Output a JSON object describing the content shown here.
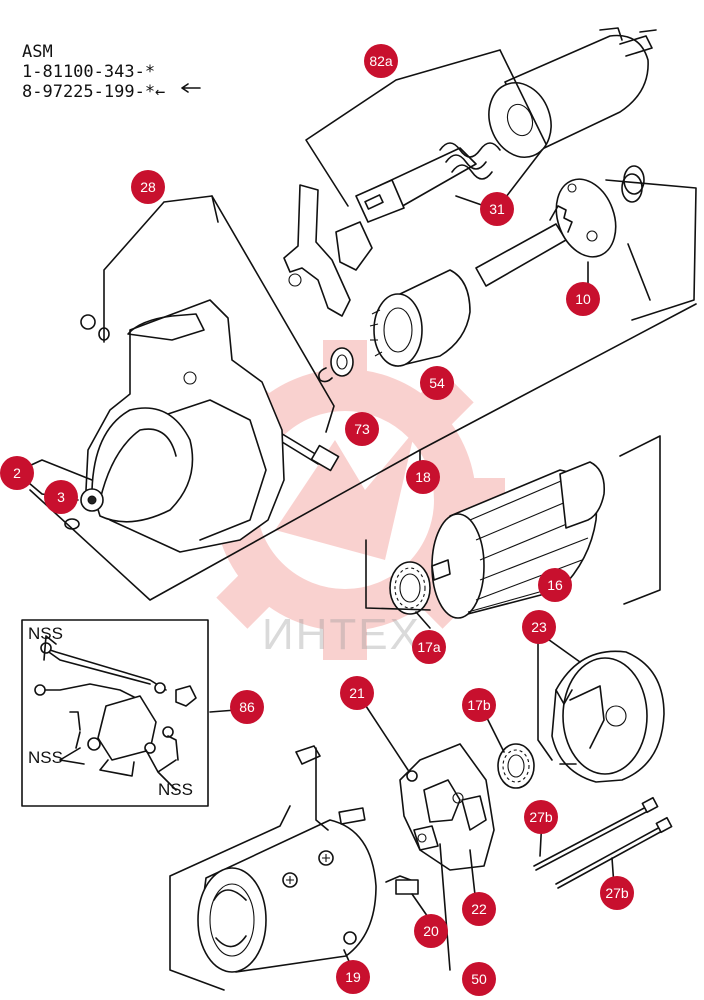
{
  "asm_block": {
    "heading": "ASM",
    "line1": "1-81100-343-*",
    "line2": "8-97225-199-*←"
  },
  "watermark": {
    "text": "ИНТЕХ",
    "color": "#e8332a"
  },
  "callout_color": "#c8102e",
  "callouts": {
    "c82a": "82a",
    "c28": "28",
    "c31": "31",
    "c10": "10",
    "c54": "54",
    "c73": "73",
    "c18": "18",
    "c2": "2",
    "c3": "3",
    "c16": "16",
    "c17a": "17a",
    "c23": "23",
    "c86": "86",
    "c21": "21",
    "c17b": "17b",
    "c27b_upper": "27b",
    "c27b_lower": "27b",
    "c22": "22",
    "c20": "20",
    "c19": "19",
    "c50": "50"
  },
  "inset": {
    "nss_top": "NSS",
    "nss_left": "NSS",
    "nss_right": "NSS"
  }
}
